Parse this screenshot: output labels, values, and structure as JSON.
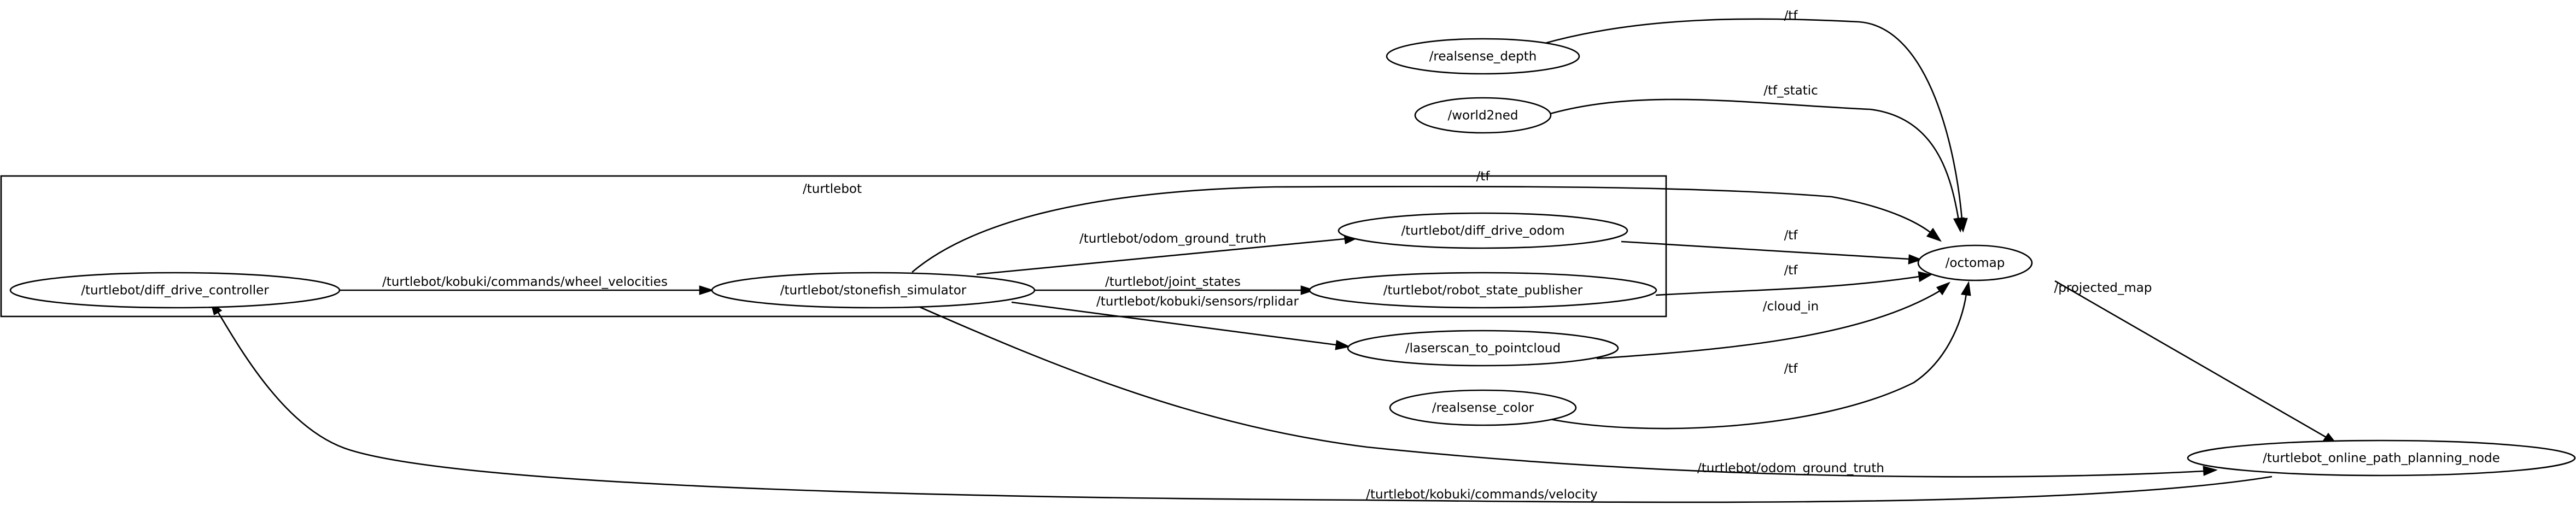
{
  "cluster": {
    "label": "/turtlebot"
  },
  "nodes": {
    "realsense_depth": "/realsense_depth",
    "world2ned": "/world2ned",
    "octomap": "/octomap",
    "diff_drive_controller": "/turtlebot/diff_drive_controller",
    "stonefish_simulator": "/turtlebot/stonefish_simulator",
    "diff_drive_odom": "/turtlebot/diff_drive_odom",
    "robot_state_publisher": "/turtlebot/robot_state_publisher",
    "laserscan_to_pointcloud": "/laserscan_to_pointcloud",
    "realsense_color": "/realsense_color",
    "path_planning_node": "/turtlebot_online_path_planning_node"
  },
  "edges": {
    "depth_tf": "/tf",
    "world2ned_tf_static": "/tf_static",
    "sim_tf": "/tf",
    "odom_tf": "/tf",
    "rsp_tf": "/tf",
    "cloud_in": "/cloud_in",
    "color_tf": "/tf",
    "projected_map": "/projected_map",
    "wheel_velocities": "/turtlebot/kobuki/commands/wheel_velocities",
    "odom_ground_truth_to_odom": "/turtlebot/odom_ground_truth",
    "joint_states": "/turtlebot/joint_states",
    "rplidar": "/turtlebot/kobuki/sensors/rplidar",
    "odom_ground_truth_to_planner": "/turtlebot/odom_ground_truth",
    "commands_velocity": "/turtlebot/kobuki/commands/velocity"
  }
}
